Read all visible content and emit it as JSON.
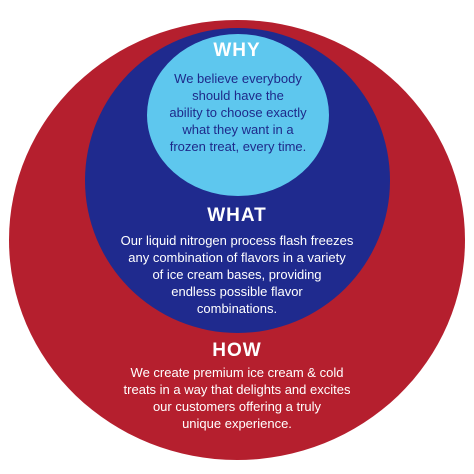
{
  "colors": {
    "how_circle": "#b51f2e",
    "what_circle": "#1f2a8e",
    "why_circle": "#5ec7ee",
    "why_text": "#1e2a8a",
    "light_text": "#ffffff"
  },
  "why": {
    "title": "WHY",
    "body": "We believe everybody\nshould have the\nability to choose exactly\nwhat they want in a\nfrozen treat, every time."
  },
  "what": {
    "title": "WHAT",
    "body": "Our liquid nitrogen process flash freezes\nany combination of flavors in a variety\nof ice cream bases, providing\nendless possible flavor\ncombinations."
  },
  "how": {
    "title": "HOW",
    "body": "We create premium ice cream & cold\ntreats in a way that delights and excites\nour customers offering a truly\nunique experience."
  }
}
